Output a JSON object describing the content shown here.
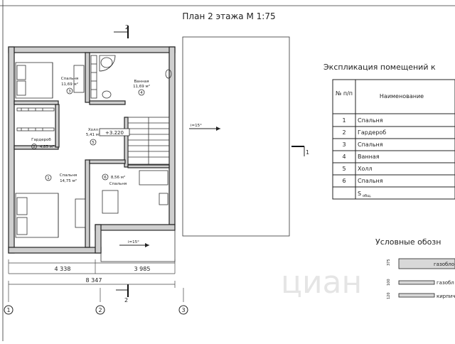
{
  "title": "План 2 этажа М 1:75",
  "section_mark": "2",
  "rooms": [
    {
      "id": 1,
      "name": "Спальня",
      "area": "11,69 м²",
      "num": "3"
    },
    {
      "id": 2,
      "name": "Ванная",
      "area": "11,69 м²",
      "num": "4"
    },
    {
      "id": 3,
      "name": "Холл",
      "area": "5,41 м²",
      "num": "5"
    },
    {
      "id": 4,
      "name": "Гардероб",
      "area": "4,85 м²",
      "num": "2"
    },
    {
      "id": 5,
      "name": "Спальня",
      "area": "14,75 м²",
      "num": "1"
    },
    {
      "id": 6,
      "name": "Спальня",
      "area": "8,56 м²",
      "num": "6"
    }
  ],
  "level_mark": "+3.220",
  "slope_roof": "i=15°",
  "slope_lower": "i=15°",
  "dims": {
    "d1": "4 338",
    "d2": "3 985",
    "total": "8 347"
  },
  "axes": [
    "1",
    "2",
    "3"
  ],
  "explication": {
    "title": "Экспликация помещений к",
    "col_num": "№ п/п",
    "col_name": "Наименование",
    "rows": [
      {
        "n": "1",
        "name": "Спальня"
      },
      {
        "n": "2",
        "name": "Гардероб"
      },
      {
        "n": "3",
        "name": "Спальня"
      },
      {
        "n": "4",
        "name": "Ванная"
      },
      {
        "n": "5",
        "name": "Холл"
      },
      {
        "n": "6",
        "name": "Спальня"
      }
    ],
    "total_label": "S",
    "total_sub": "общ."
  },
  "legend": {
    "title": "Условные обозн",
    "items": [
      {
        "label": "газобло",
        "side": "375"
      },
      {
        "label": "газобл",
        "side": "100"
      },
      {
        "label": "кирпич",
        "side": "120"
      }
    ]
  },
  "watermark": "циан"
}
